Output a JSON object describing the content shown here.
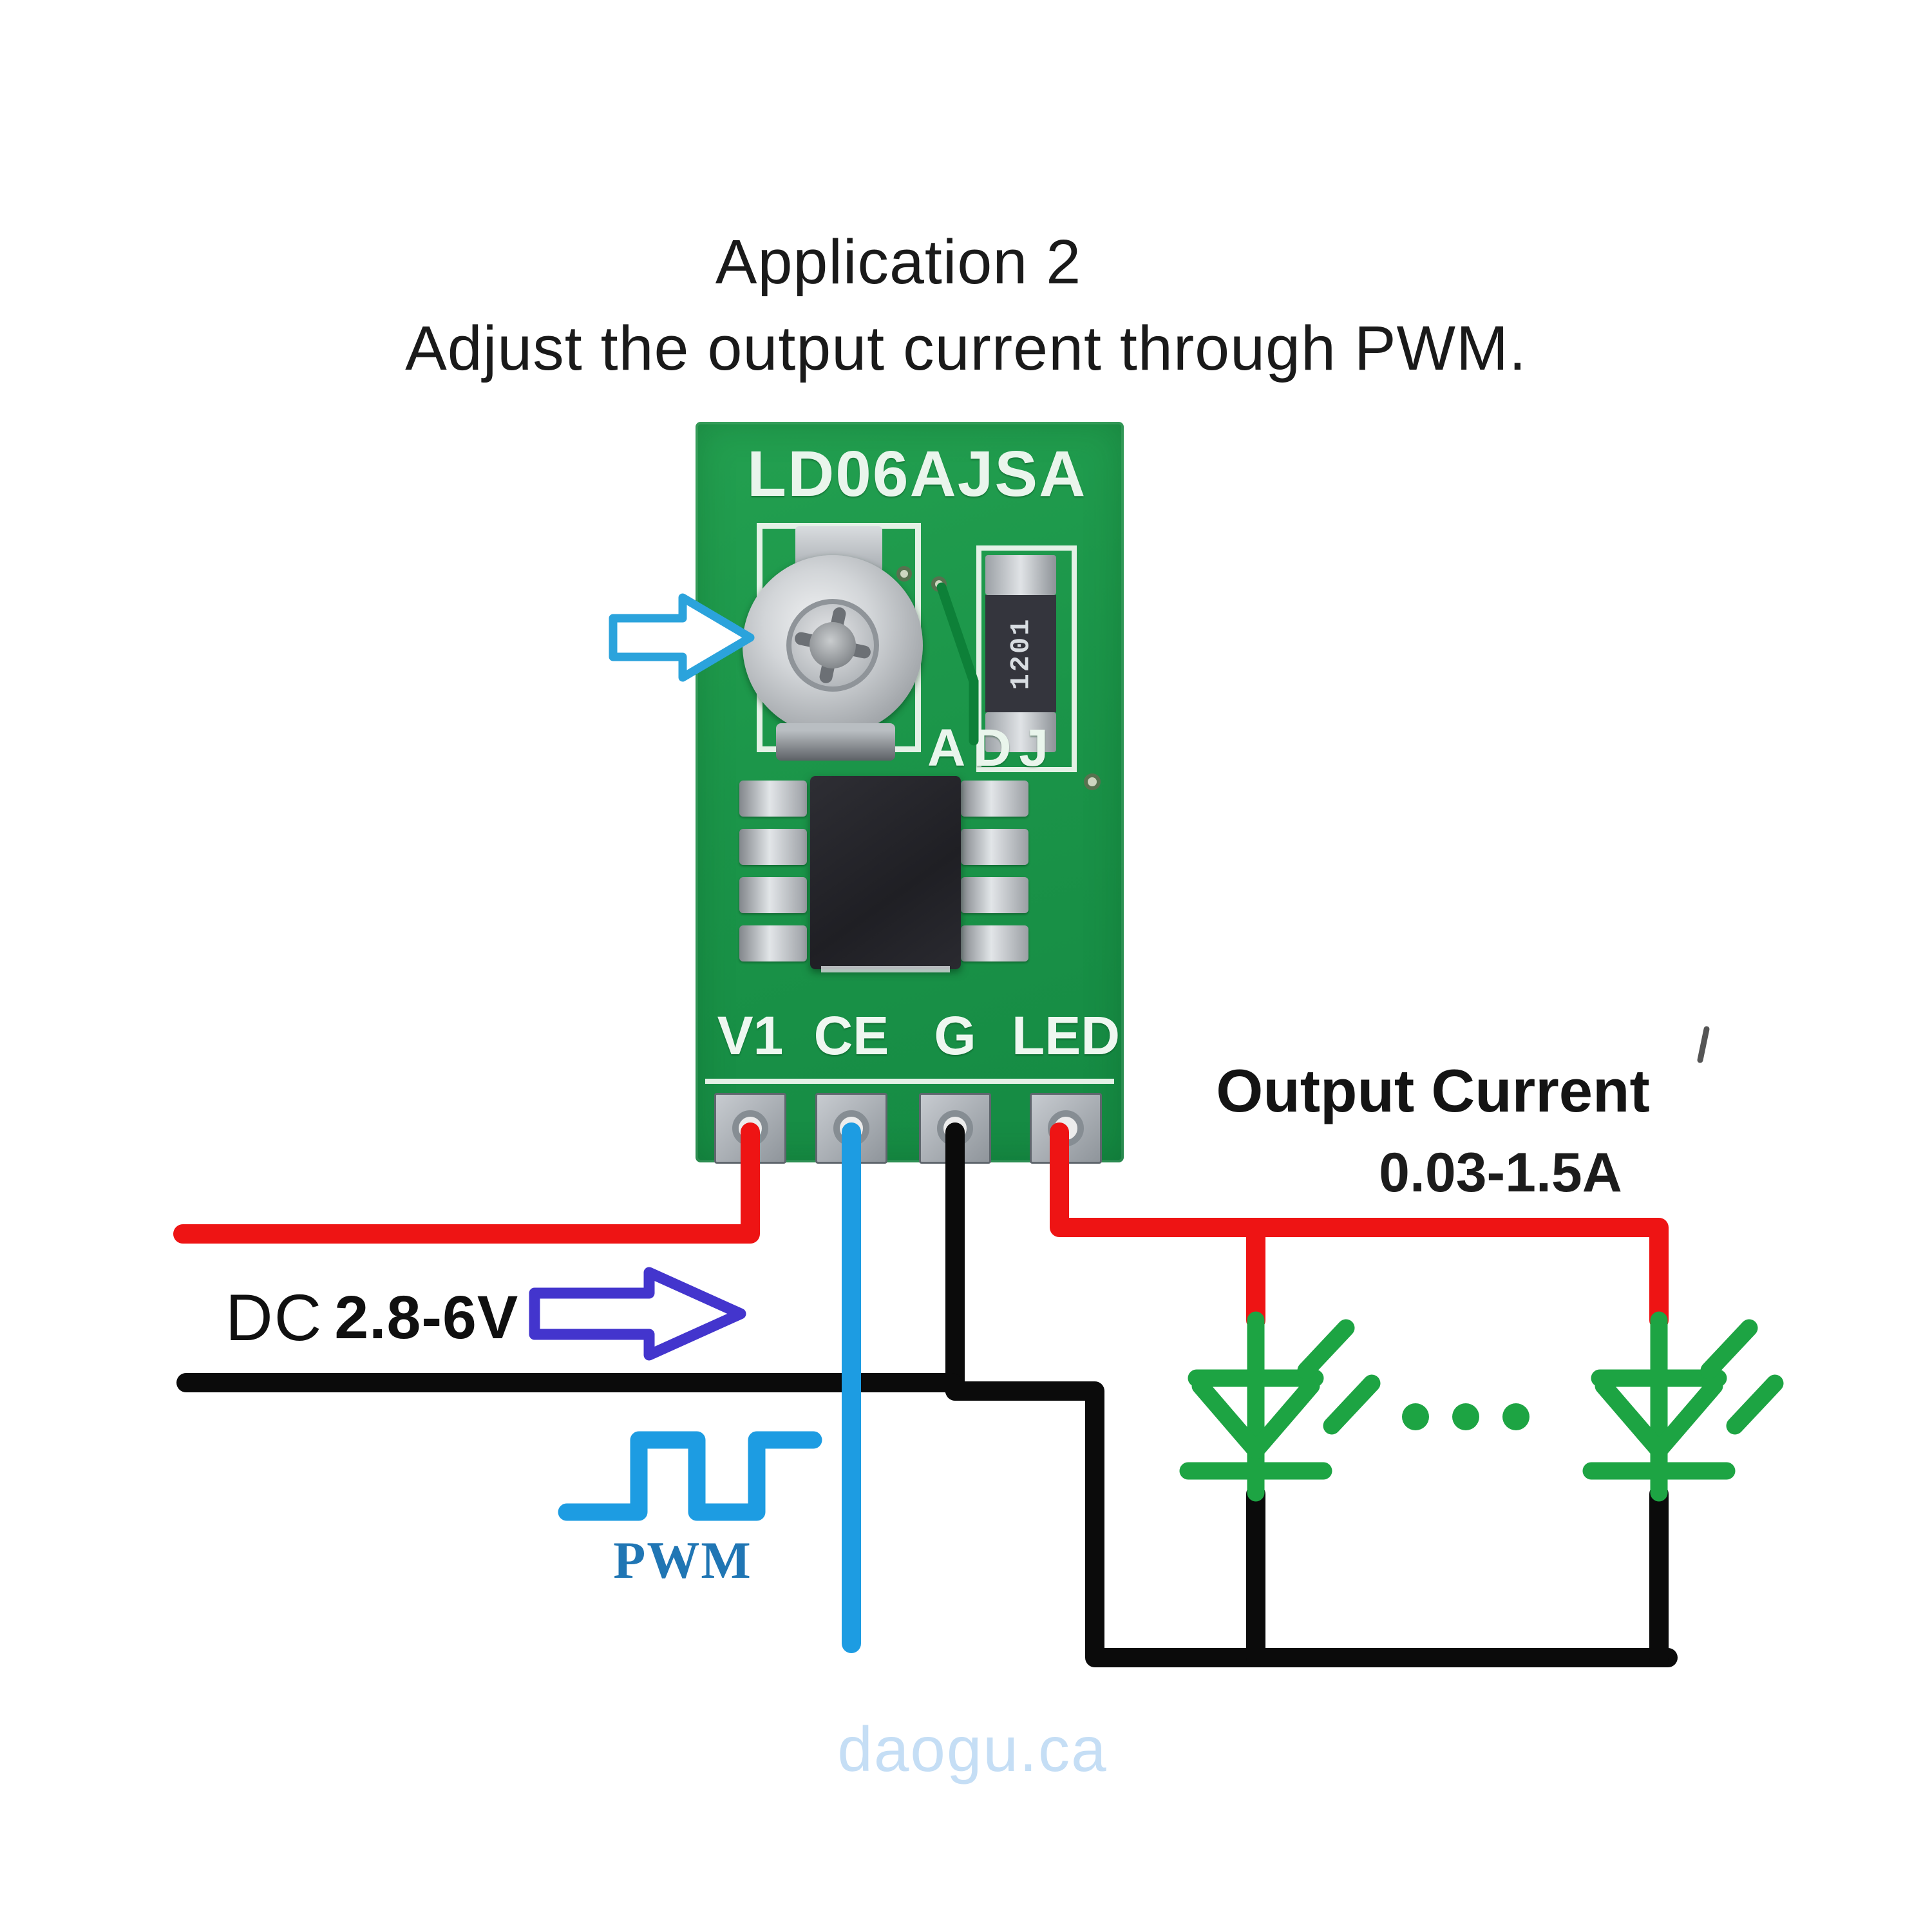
{
  "title": {
    "line1": "Application 2",
    "line2": "Adjust the output current through PWM."
  },
  "pcb": {
    "model": "LD06AJSA",
    "adj_label": "ADJ",
    "resistor_code": "1201",
    "pins": [
      {
        "name": "V1",
        "wire": "red"
      },
      {
        "name": "CE",
        "wire": "blue"
      },
      {
        "name": "G",
        "wire": "black"
      },
      {
        "name": "LED",
        "wire": "red"
      }
    ]
  },
  "annotations": {
    "output_current_label": "Output Current",
    "output_current_range": "0.03-1.5A",
    "input_dc": "DC",
    "input_range": "2.8-6V",
    "pwm_label": "PWM",
    "watermark": "daogu.ca"
  },
  "colors": {
    "wire_red": "#ee1414",
    "wire_black": "#0b0b0b",
    "wire_blue": "#1d9ce2",
    "led_green": "#1da443",
    "arrow_indigo": "#4335cd",
    "arrow_cyan": "#2ba3dc",
    "trace_green": "#0d8038",
    "pcb_green": "#1b9549",
    "pwm_text_blue": "#2076b4",
    "watermark_blue": "#c5def5"
  },
  "icons": [
    "right-arrow-icon-cyan",
    "right-arrow-icon-indigo",
    "led-diode-symbol",
    "pwm-square-wave",
    "ellipsis-dots"
  ]
}
